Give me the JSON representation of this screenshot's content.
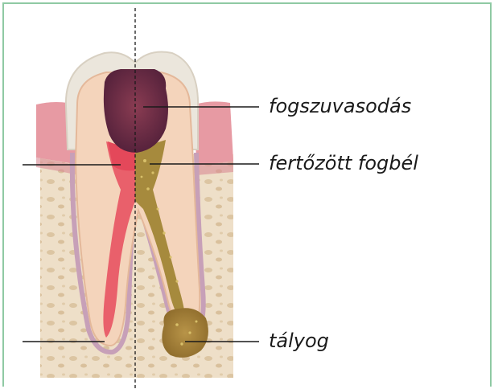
{
  "labels": {
    "caries": "fogszuvasodás",
    "infected_pulp": "fertőzött fogbél",
    "abscess": "tályog"
  },
  "colors": {
    "frame_border": "#8fc9a4",
    "enamel": "#ece8df",
    "dentin": "#f4d7c0",
    "gum": "#e79aa3",
    "bone": "#ecdcc4",
    "healthy_pulp": "#e9606b",
    "infected_pulp": "#a68a3d",
    "caries": "#6b2a3d",
    "leader_line": "#1a1a1a"
  }
}
